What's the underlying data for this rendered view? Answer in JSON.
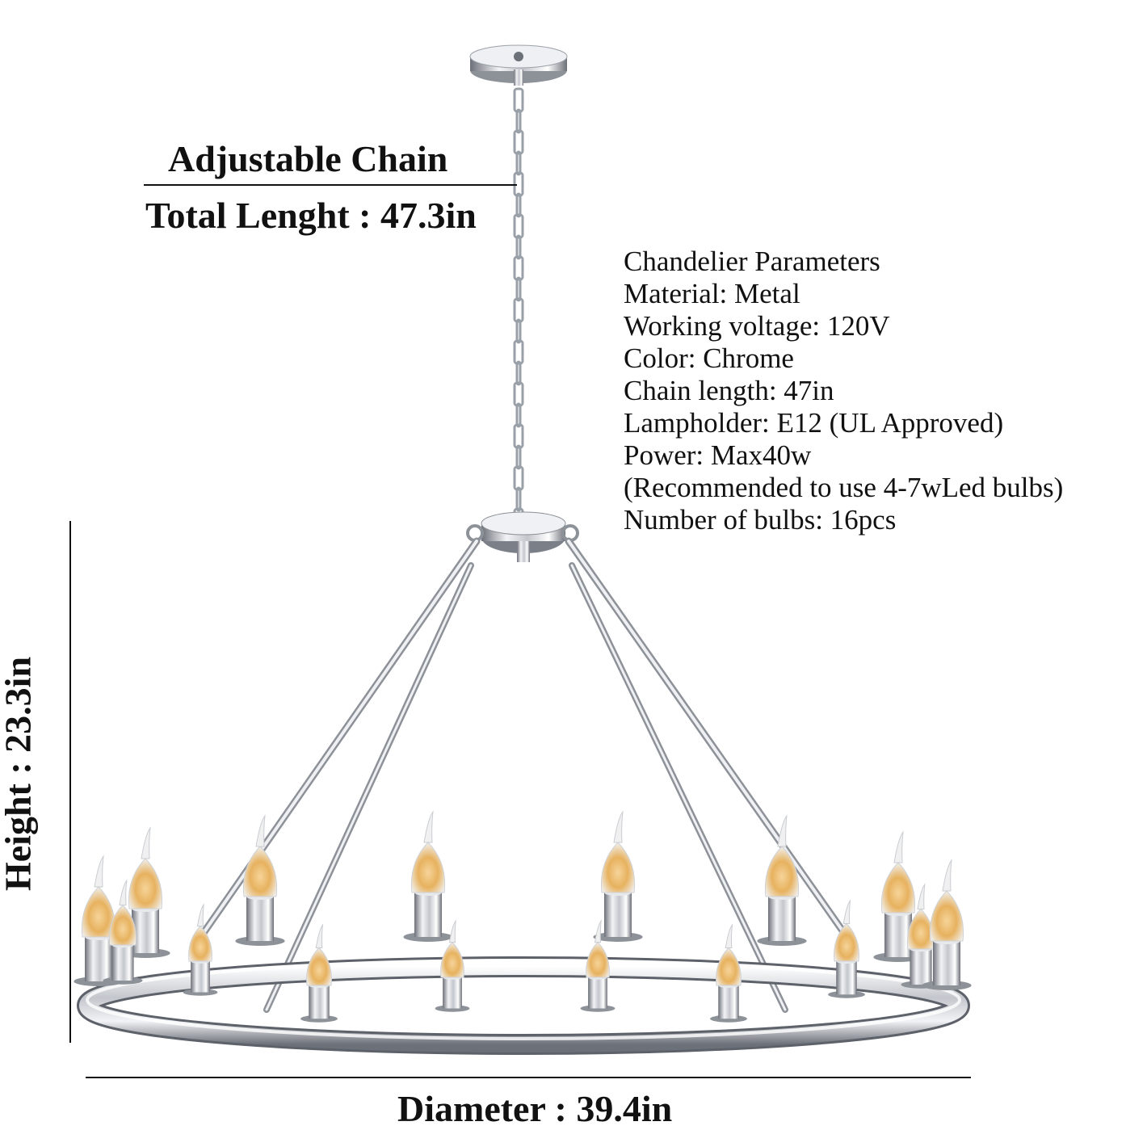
{
  "dimensions": {
    "chain_title": "Adjustable Chain",
    "chain_length": "Total Lenght : 47.3in",
    "height": "Height : 23.3in",
    "diameter": "Diameter : 39.4in"
  },
  "specs": {
    "title": "Chandelier Parameters",
    "material": "Material: Metal",
    "voltage": "Working voltage: 120V",
    "color": "Color: Chrome",
    "chain": "Chain length: 47in",
    "lampholder": "Lampholder: E12 (UL Approved)",
    "power": "Power: Max40w",
    "recommend": "(Recommended to use 4-7wLed bulbs)",
    "bulbs": "Number of bulbs: 16pcs"
  },
  "colors": {
    "chrome_light": "#f2f3f6",
    "chrome_mid": "#c3c6cc",
    "chrome_dark": "#6c7078",
    "bulb_glow": "#e7b25f",
    "text": "#111111"
  },
  "icons": {
    "product": "chandelier-image"
  }
}
